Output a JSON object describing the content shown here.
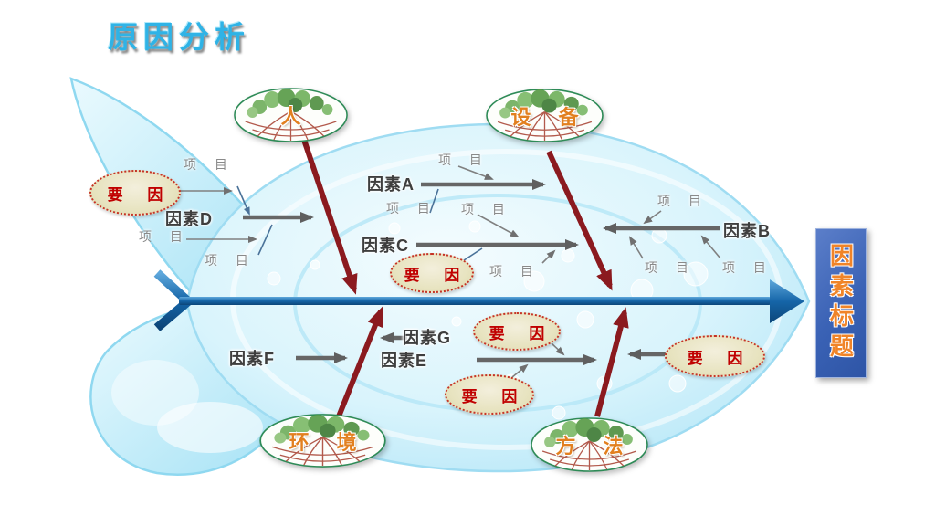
{
  "title": "原因分析",
  "labels": {
    "item": "项 目",
    "key_cause": "要 因"
  },
  "categories": {
    "person": "人",
    "equipment": "设 备",
    "environment": "环 境",
    "method": "方 法"
  },
  "factors": {
    "a": "因素A",
    "b": "因素B",
    "c": "因素C",
    "d": "因素D",
    "e": "因素E",
    "f": "因素F",
    "g": "因素G"
  },
  "head_box": "因素标题",
  "colors": {
    "title_text": "#2FB3E6",
    "spine_blue": "#1565A8",
    "branch_maroon": "#8B1A1F",
    "factor_arrow_gray": "#666666",
    "key_cause_text": "#C00000",
    "key_cause_fill": "#E7E3BF",
    "category_text": "#E2801F",
    "head_box_bg": "#3A62B5",
    "fish_body": "#C5EDF9"
  }
}
